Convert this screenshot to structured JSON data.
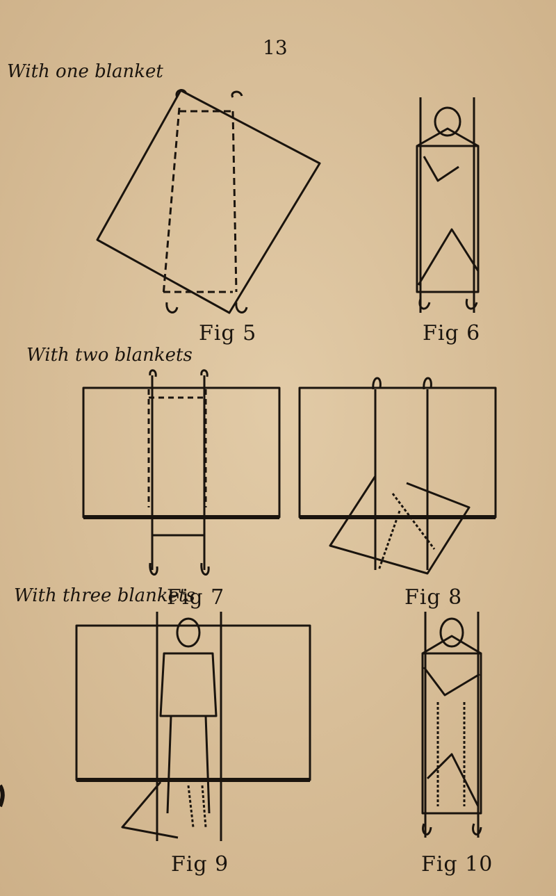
{
  "page": {
    "number": "13",
    "background": "#dcc39e",
    "ink": "#1a140e"
  },
  "sections": {
    "one_blanket": "With one blanket",
    "two_blankets": "With two blankets",
    "three_blankets": "With three blankets"
  },
  "figures": {
    "fig5": "Fig 5",
    "fig6": "Fig 6",
    "fig7": "Fig 7",
    "fig8": "Fig 8",
    "fig9": "Fig 9",
    "fig10": "Fig 10"
  }
}
